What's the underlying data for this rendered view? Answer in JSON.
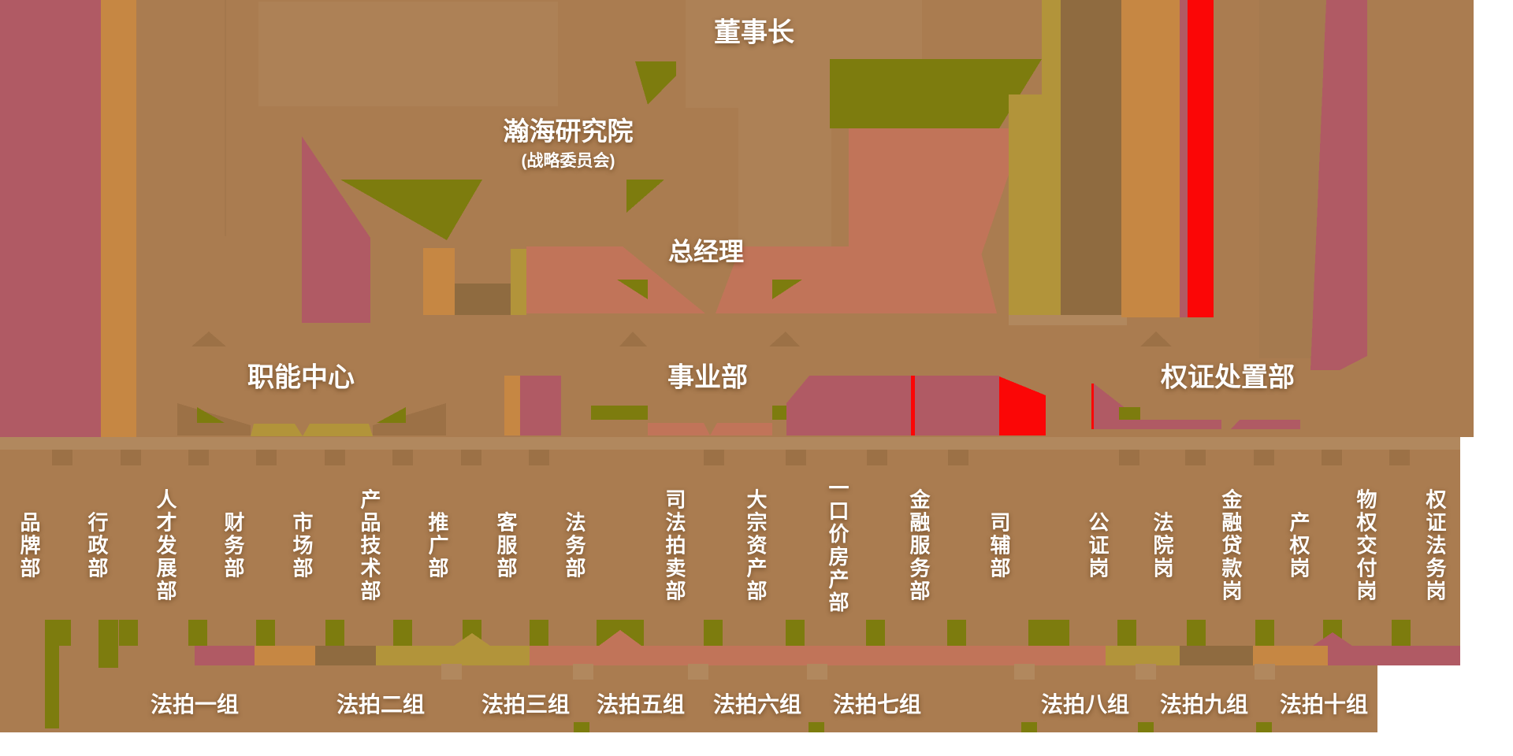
{
  "colors": {
    "background": "#ffffff",
    "field_brown": "#aa7c50",
    "band_brown": "#b1885e",
    "subtle_brown": "#ad8156",
    "subtle_brown2": "#a57a4f",
    "dark_brown": "#8f6b40",
    "wedge_brown": "#9c7146",
    "maroon": "#b05a64",
    "orange": "#c68743",
    "khaki": "#b2943a",
    "olive": "#7d7c0e",
    "salmon": "#c17459",
    "red": "#fb0606",
    "text_white": "#ffffff"
  },
  "org": {
    "chairman": "董事长",
    "institute": {
      "name": "瀚海研究院",
      "subtitle": "(战略委员会)"
    },
    "general_manager": "总经理",
    "branches": [
      {
        "name": "职能中心",
        "departments": [
          "品牌部",
          "行政部",
          "人才发展部",
          "财务部",
          "市场部",
          "产品技术部",
          "推广部",
          "客服部",
          "法务部"
        ]
      },
      {
        "name": "事业部",
        "departments": [
          "司法拍卖部",
          "大宗资产部",
          "一口价房产部",
          "金融服务部",
          "司辅部"
        ]
      },
      {
        "name": "权证处置部",
        "departments": [
          "公证岗",
          "法院岗",
          "金融贷款岗",
          "产权岗",
          "物权交付岗",
          "权证法务岗"
        ]
      }
    ],
    "auction_groups": [
      "法拍一组",
      "法拍二组",
      "法拍三组",
      "法拍五组",
      "法拍六组",
      "法拍七组",
      "法拍八组",
      "法拍九组",
      "法拍十组"
    ]
  }
}
